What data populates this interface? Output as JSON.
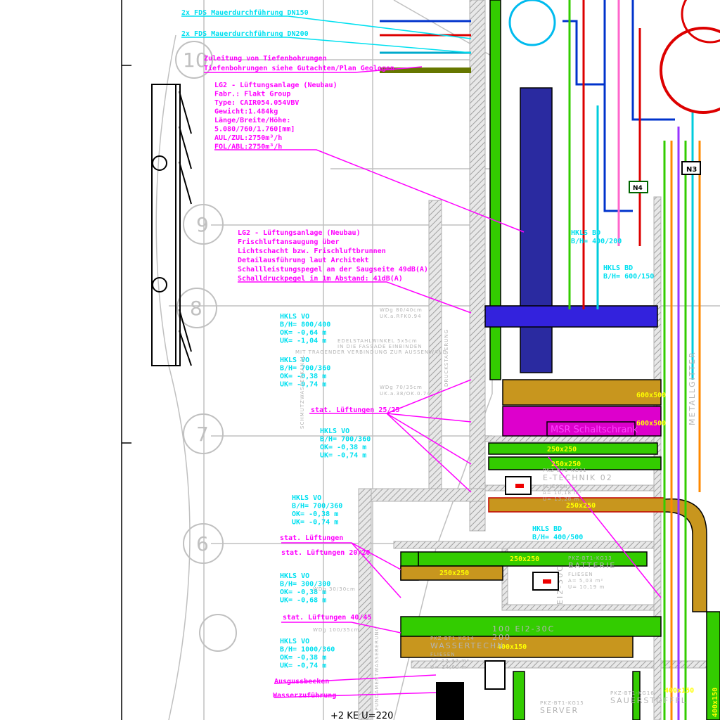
{
  "drawing": {
    "colors": {
      "cyan": "#00e0f0",
      "magenta": "#ff00ff",
      "yellow": "#ffff00",
      "green": "#33cc00",
      "tan": "#c8961e",
      "navy": "#2222aa",
      "blue": "#3322dd",
      "grey": "#b4b4b4"
    },
    "grid_axes": [
      "10",
      "9",
      "8",
      "7",
      "6"
    ],
    "notes_cyan": [
      "2x FDS Mauerdurchführung DN150",
      "2x FDS Mauerdurchführung DN200"
    ],
    "note_ground": [
      "Zuleitung von Tiefenbohrungen",
      "Tiefenbohrungen siehe Gutachten/Plan Geologen"
    ],
    "note_lg2_device": [
      "LG2 - Lüftungsanlage (Neubau)",
      "Fabr.: Flakt Group",
      "Type: CAIR054.054VBV",
      "Gewicht:1.484kg",
      "Länge/Breite/Höhe:",
      "5.080/760/1.760[mm]",
      "AUL/ZUL:2750m³/h",
      "FOL/ABL:2750m³/h"
    ],
    "note_lg2_air": [
      "LG2 - Lüftungsanlage (Neubau)",
      "Frischluftansaugung über",
      "Lichtschacht bzw. Frischluftbrunnen",
      "Detailausführung laut Architekt",
      "Schallleistungspegel an der Saugseite 49dB(A)",
      "Schalldruckpegel in 1m Abstand: 41dB(A)"
    ],
    "hkls_blocks": [
      [
        "HKLS VO",
        "B/H= 800/400",
        "OK= -0,64 m",
        "UK= -1,04 m"
      ],
      [
        "HKLS VO",
        "B/H= 700/360",
        "OK= -0,38 m",
        "UK= -0,74 m"
      ],
      [
        "HKLS VO",
        "B/H= 700/360",
        "OK= -0,38 m",
        "UK= -0,74 m"
      ],
      [
        "HKLS VO",
        "B/H= 700/360",
        "OK= -0,38 m",
        "UK= -0,74 m"
      ],
      [
        "HKLS VO",
        "B/H= 300/300",
        "OK= -0,38 m",
        "UK= -0,68 m"
      ],
      [
        "HKLS VO",
        "B/H= 1000/360",
        "OK= -0,38 m",
        "UK= -0,74 m"
      ]
    ],
    "hkls_bd": [
      [
        "HKLS BD",
        "B/H= 600/150"
      ],
      [
        "HKLS BD",
        "B/H= 400/500"
      ],
      [
        "HKLS BD",
        "B/H= 400/200"
      ]
    ],
    "notes_magenta": [
      "stat. Lüftungen 25/25",
      "stat. Lüftungen",
      "stat. Lüftungen 20/20",
      "stat. Lüftungen 40/45",
      "Ausgussbecken",
      "Wasserzuführung"
    ],
    "duct_sizes": [
      "250x250",
      "250x250",
      "250x250",
      "250x250",
      "250x250",
      "400x150",
      "400x150",
      "600x500",
      "600x500",
      "400x150"
    ],
    "rooms": [
      {
        "code": "PKZ-BT1-KG11",
        "name": "E-TECHNIK 02",
        "floor": "FLIESEN",
        "area": "A= 10,18 m²",
        "perim": "U= 13,28 m"
      },
      {
        "code": "PKZ-BT1-KG13",
        "name": "BATTERIE",
        "floor": "FLIESEN",
        "area": "A= 5,03 m²",
        "perim": "U= 10,19 m"
      },
      {
        "code": "PKZ-BT1-KG14",
        "name": "WASSERTECHN",
        "floor": "FLIESEN",
        "area": "A= 12,32 m²",
        "perim": "U= 14,60 m"
      },
      {
        "code": "PKZ-BT1-KG15",
        "name": "SERVER",
        "floor": "",
        "area": "",
        "perim": ""
      },
      {
        "code": "PKZ-BT1-KG16",
        "name": "SAUERSTOFFFL",
        "floor": "",
        "area": "",
        "perim": ""
      }
    ],
    "msr_label": "MSR Schaltschrank",
    "vertical_labels": [
      "METALLGITTER",
      "SCHMUTZWASSERKANAL",
      "DRUCKSTAUERUNG",
      "FUNDAMENTWASSERERUNG"
    ],
    "door_labels": [
      "100 EI2-30C",
      "200",
      "EI2-30C"
    ],
    "elevation_label": "+2 KE U=220",
    "wall_opening_tags": [
      "WDg 80/40cm",
      "UK.a.RFK0.94",
      "WDg 70/35cm",
      "UK.a.38/OK.0.74",
      "WDg 30/30cm",
      "WDg 100/35cm"
    ],
    "gray_note": [
      "EDELSTAHLWINKEL 5x5cm",
      "IN DIE FASSADE EINBINDEN",
      "MIT TRAGENDER VERBINDUNG ZUR AUSSENWAND"
    ],
    "symbol_tags": [
      "N3",
      "N4"
    ]
  }
}
